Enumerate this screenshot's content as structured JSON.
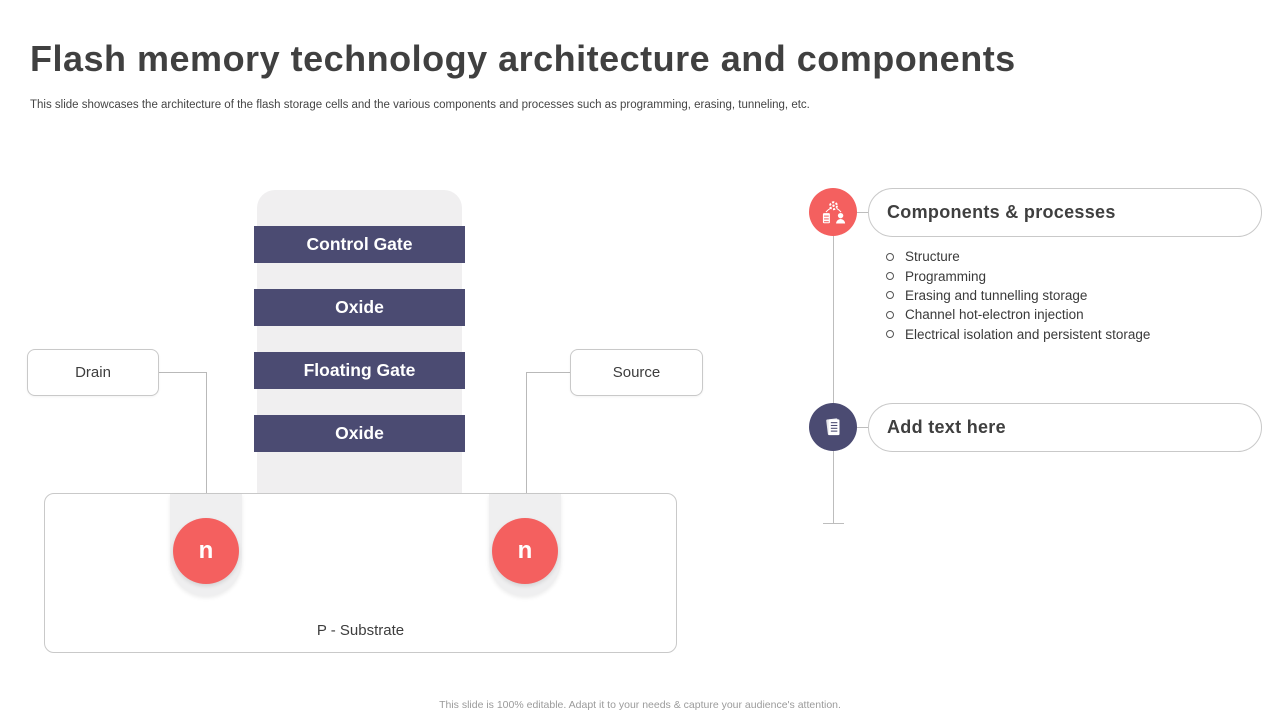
{
  "slide": {
    "title": "Flash memory technology architecture and components",
    "subtitle": "This slide showcases the architecture of the flash storage cells and the various components and processes such as programming, erasing, tunneling, etc.",
    "footer": "This slide is 100% editable. Adapt it to your needs & capture your audience's attention."
  },
  "diagram": {
    "layers": [
      "Control Gate",
      "Oxide",
      "Floating Gate",
      "Oxide"
    ],
    "drain_label": "Drain",
    "source_label": "Source",
    "substrate_label": "P - Substrate",
    "n_labels": [
      "n",
      "n"
    ]
  },
  "panel": {
    "items": [
      {
        "title": "Components & processes",
        "icon": "process-management-icon",
        "bullets": [
          "Structure",
          "Programming",
          "Erasing and tunnelling storage",
          "Channel hot-electron injection",
          "Electrical isolation and persistent storage"
        ]
      },
      {
        "title": "Add text here",
        "icon": "document-icon",
        "bullets": []
      }
    ]
  },
  "colors": {
    "accent_red": "#f4605f",
    "layer_navy": "#4b4b72",
    "column_gray": "#f0eff0",
    "border_gray": "#c9c9c9",
    "line_gray": "#b9b9b9",
    "text_dark": "#3f3f3f",
    "text_muted": "#9b9b9b"
  }
}
